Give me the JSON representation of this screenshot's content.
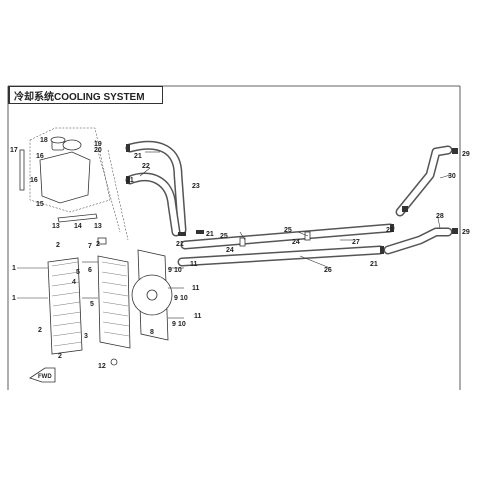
{
  "title": "冷却系统COOLING SYSTEM",
  "fwd_label": "FWD",
  "callouts": {
    "c1a": "1",
    "c1b": "1",
    "c2a": "2",
    "c2b": "2",
    "c2c": "2",
    "c2d": "2",
    "c3": "3",
    "c4": "4",
    "c5a": "5",
    "c5b": "5",
    "c6": "6",
    "c7": "7",
    "c8": "8",
    "c9a": "9",
    "c9b": "9",
    "c9c": "9",
    "c10a": "10",
    "c10b": "10",
    "c10c": "10",
    "c11a": "11",
    "c11b": "11",
    "c11c": "11",
    "c12": "12",
    "c13a": "13",
    "c13b": "13",
    "c14": "14",
    "c15": "15",
    "c16a": "16",
    "c16b": "16",
    "c17": "17",
    "c18": "18",
    "c19": "19",
    "c20": "20",
    "c21a": "21",
    "c21b": "21",
    "c21c": "21",
    "c21d": "21",
    "c21e": "21",
    "c21f": "21",
    "c22": "22",
    "c23": "23",
    "c24a": "24",
    "c24b": "24",
    "c25a": "25",
    "c25b": "25",
    "c26": "26",
    "c27": "27",
    "c28": "28",
    "c29a": "29",
    "c29b": "29",
    "c30": "30"
  },
  "colors": {
    "line": "#333333",
    "hose": "#555555",
    "background": "#ffffff"
  }
}
